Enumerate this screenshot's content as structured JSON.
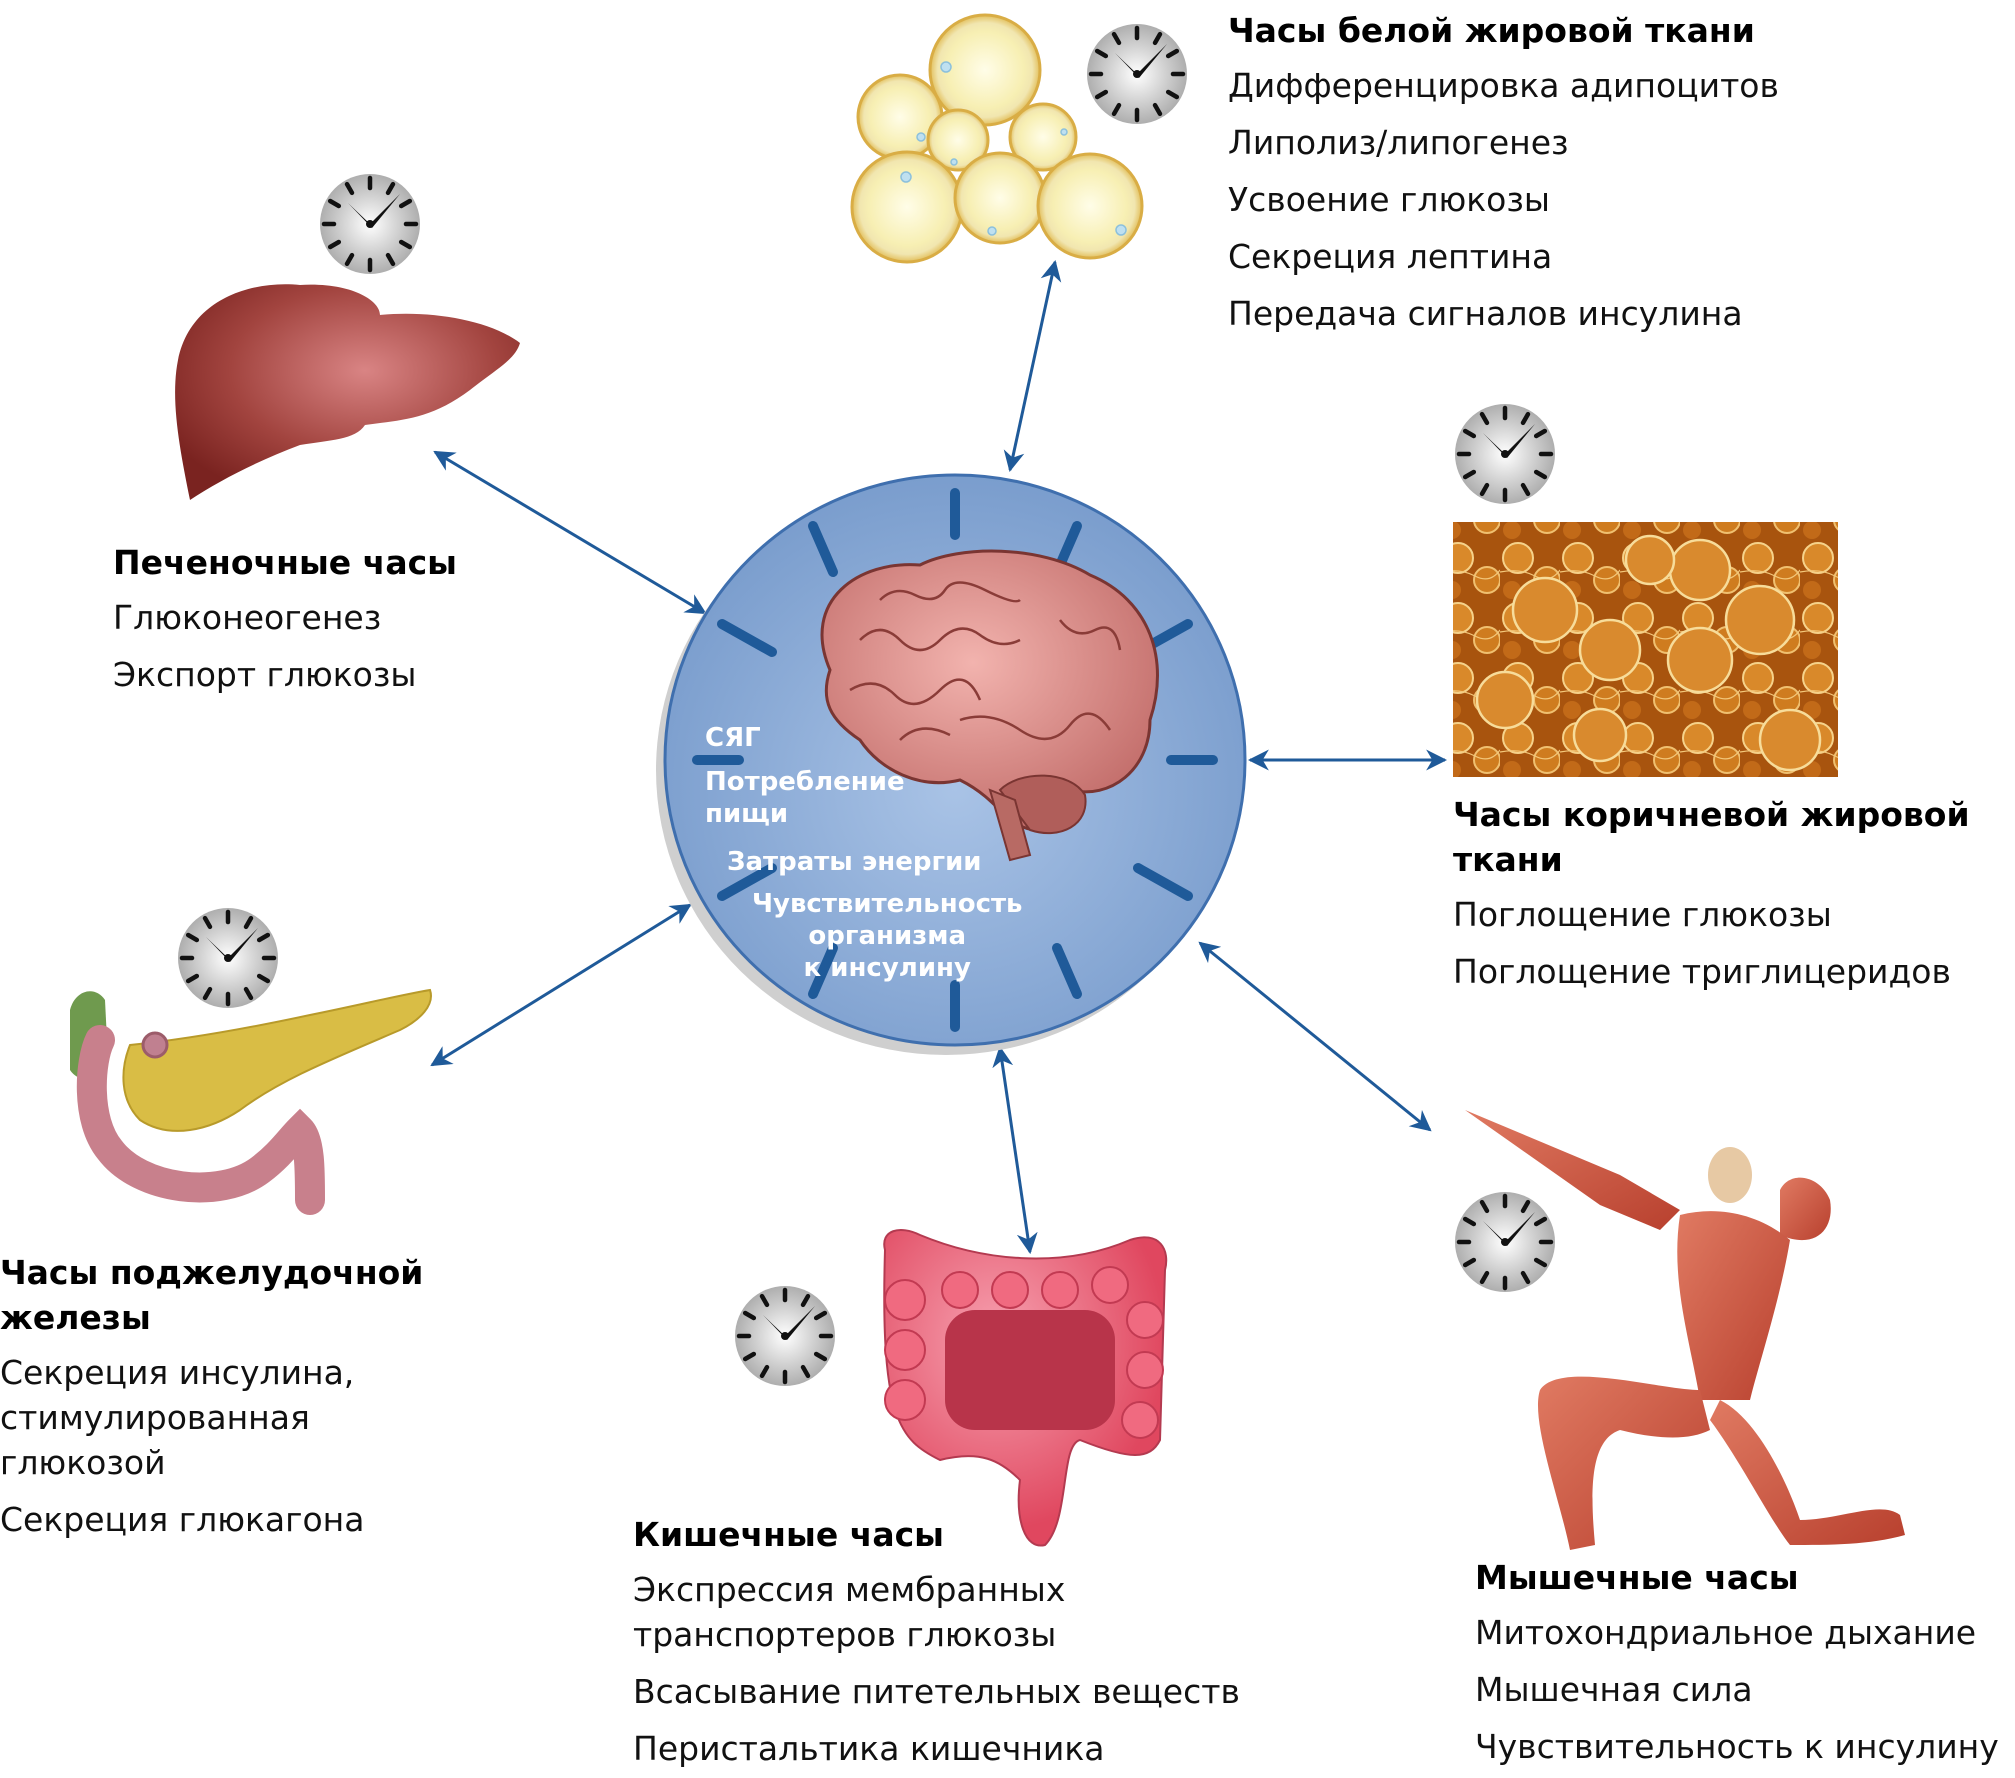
{
  "center": {
    "labels": [
      "СЯГ",
      "Потребление\nпищи",
      "Затраты энергии",
      "Чувствительность\nорганизма\nк инсулину"
    ],
    "colors": {
      "disc": "#7fa2d0",
      "disc_border": "#3f6fae",
      "ticks": "#1f5a99",
      "arrows": "#1f5a99"
    }
  },
  "nodes": {
    "white_fat": {
      "title": "Часы белой жировой ткани",
      "items": [
        "Дифференцировка адипоцитов",
        "Липолиз/липогенез",
        "Усвоение глюкозы",
        "Секреция лептина",
        "Передача сигналов инсулина"
      ]
    },
    "liver": {
      "title": "Печеночные часы",
      "items": [
        "Глюконеогенез",
        "Экспорт глюкозы"
      ]
    },
    "brown_fat": {
      "title": "Часы коричневой жировой ткани",
      "items": [
        "Поглощение глюкозы",
        "Поглощение триглицеридов"
      ]
    },
    "pancreas": {
      "title": "Часы поджелудочной железы",
      "items": [
        "Секреция инсулина, стимулированная глюкозой",
        "Секреция глюкагона"
      ]
    },
    "intestine": {
      "title": "Кишечные часы",
      "items": [
        "Экспрессия мембранных транспортеров глюкозы",
        "Всасывание питетельных веществ",
        "Перистальтика кишечника"
      ]
    },
    "muscle": {
      "title": "Мышечные часы",
      "items": [
        "Митохондриальное дыхание",
        "Мышечная сила",
        "Чувствительность к инсулину"
      ]
    }
  },
  "icons": [
    "clock-icon",
    "brain-icon",
    "liver-icon",
    "white-adipocytes-icon",
    "brown-adipose-tissue-icon",
    "pancreas-icon",
    "intestine-icon",
    "muscle-figure-icon"
  ]
}
